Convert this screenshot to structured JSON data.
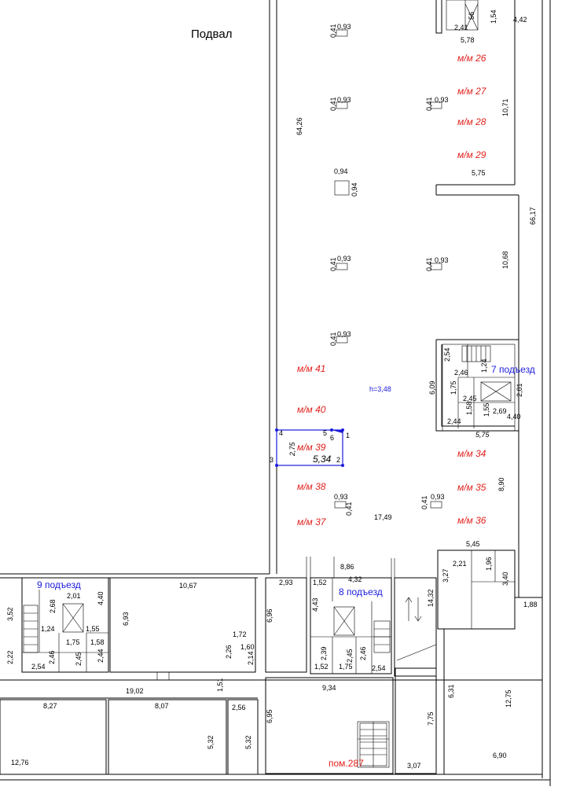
{
  "title": "Подвал",
  "colors": {
    "parking": "#e0201c",
    "entrance": "#1a1adb",
    "lines": "#000000"
  },
  "icons": [
    "stairs-icon",
    "elevator-icon",
    "room-marker-icon",
    "ramp-arrow-icon"
  ],
  "parking_spots": [
    "м/м 26",
    "м/м 27",
    "м/м 28",
    "м/м 29",
    "м/м 41",
    "м/м 40",
    "м/м 39",
    "м/м 38",
    "м/м 37",
    "м/м 34",
    "м/м 35",
    "м/м 36"
  ],
  "entrances": {
    "e7": "7 подъезд",
    "e8": "8 подъезд",
    "e9": "9 подъезд"
  },
  "ceiling_height": "h=3,48",
  "premises": "пом.287",
  "selection": {
    "width": "2,75",
    "length": "5,34",
    "points": [
      "1",
      "2",
      "3",
      "4",
      "5",
      "6"
    ]
  },
  "dims": {
    "d_41": "0,41",
    "d_093": "0,93",
    "d_094": "0,94",
    "d_6426": "64,26",
    "d_6617": "66,17",
    "d_1071": "10,71",
    "d_1068": "10,68",
    "d_575": "5,75",
    "d_578": "5,78",
    "d_442": "4,42",
    "d_241": "2,41",
    "d_56": "56",
    "d_154": "1,54",
    "d_254": "2,54",
    "d_246": "2,46",
    "d_124": "1,24",
    "d_609": "6,09",
    "d_175": "1,75",
    "d_245": "2,45",
    "d_201": "2,01",
    "d_158": "1,58",
    "d_155": "1,55",
    "d_269": "2,69",
    "d_244": "2,44",
    "d_440": "4,40",
    "d_890": "8,90",
    "d_1749": "17,49",
    "d_545": "5,45",
    "d_886": "8,86",
    "d_293": "2,93",
    "d_152": "1,52",
    "d_432": "4,32",
    "d_221": "2,21",
    "d_196": "1,96",
    "d_327": "3,27",
    "d_340": "3,40",
    "d_188": "1,88",
    "d_1432": "14,32",
    "d_696": "6,96",
    "d_443": "4,43",
    "d_239": "2,39",
    "d_1067": "10,67",
    "d_693": "6,93",
    "d_172": "1,72",
    "d_160": "1,60",
    "d_226": "2,26",
    "d_214": "2,14",
    "d_268": "2,68",
    "d_352": "3,52",
    "d_222": "2,22",
    "d_1902": "19,02",
    "d_151": "1,51",
    "d_827": "8,27",
    "d_807": "8,07",
    "d_256": "2,56",
    "d_532": "5,32",
    "d_1276": "12,76",
    "d_934": "9,34",
    "d_695": "6,95",
    "d_775": "7,75",
    "d_307": "3,07",
    "d_631": "6,31",
    "d_1275": "12,75",
    "d_690": "6,90"
  }
}
